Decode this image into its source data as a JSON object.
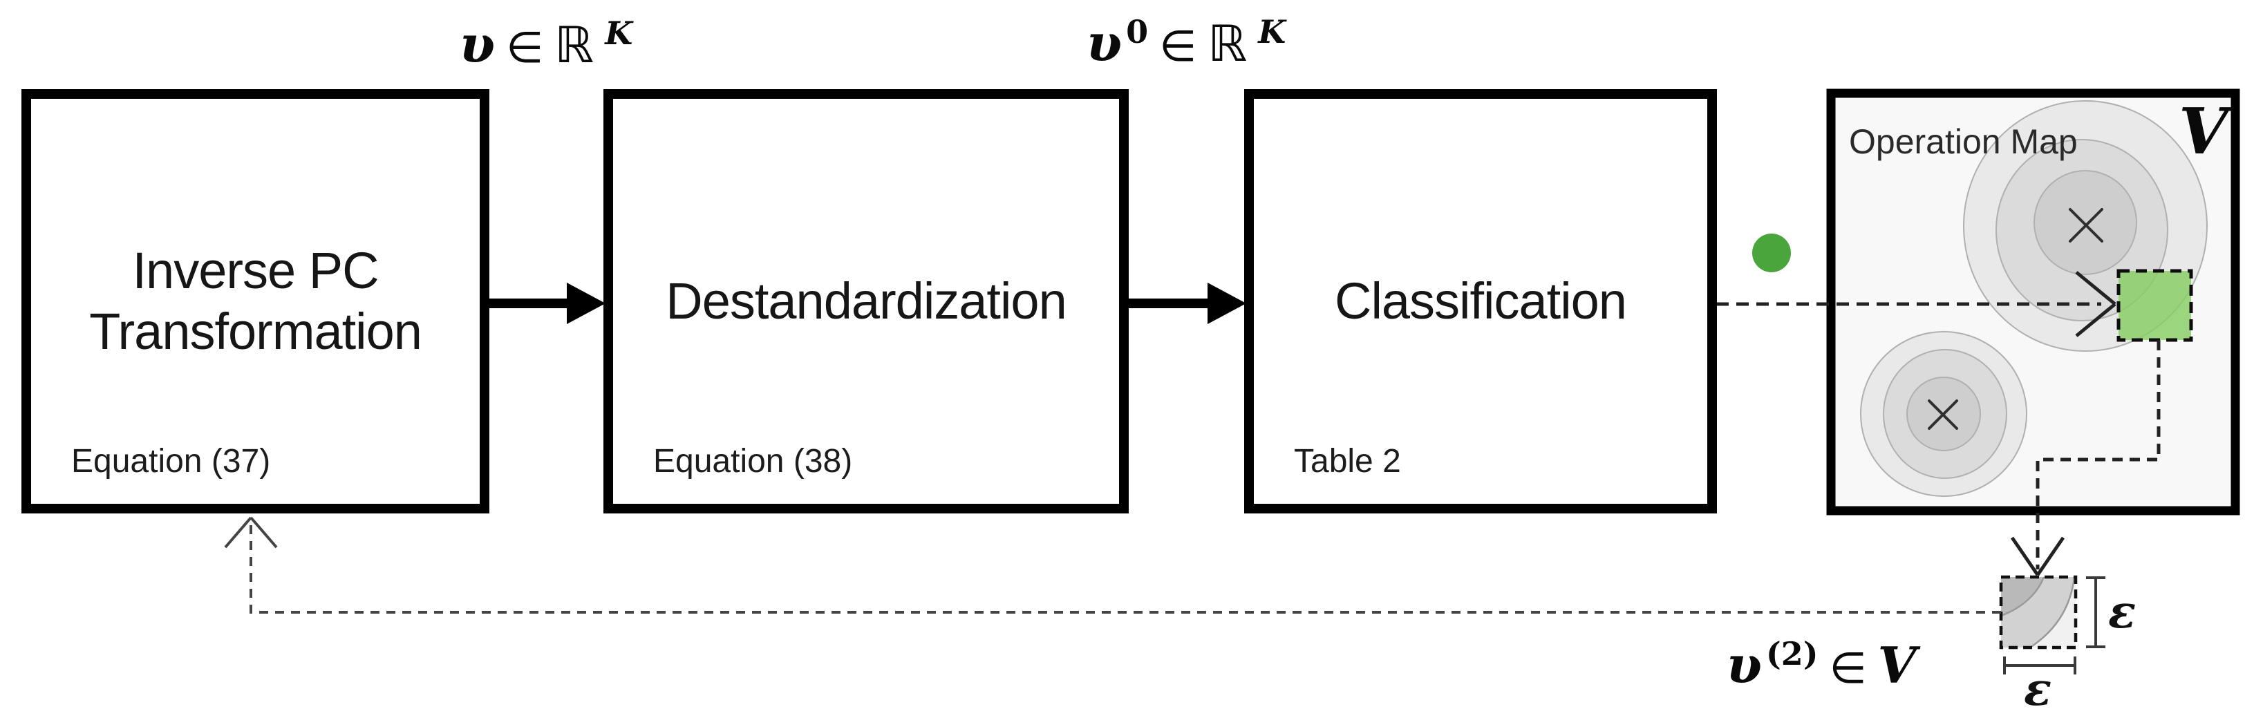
{
  "boxes": [
    {
      "id": "inverse-pc-transformation",
      "title_line1": "Inverse PC",
      "title_line2": "Transformation",
      "caption": "Equation (37)"
    },
    {
      "id": "destandardization",
      "title": "Destandardization",
      "caption": "Equation (38)"
    },
    {
      "id": "classification",
      "title": "Classification",
      "caption": "Table 2"
    }
  ],
  "flow_labels": {
    "v_label": {
      "base": "υ",
      "element_of": "∈",
      "set": "ℝ",
      "set_sup": "K"
    },
    "v0_label": {
      "base": "υ",
      "sup": "0",
      "element_of": "∈",
      "set": "ℝ",
      "set_sup": "K"
    },
    "v2_label": {
      "base": "υ",
      "sup": "(2)",
      "element_of": "∈",
      "set": "V"
    }
  },
  "operation_map": {
    "title": "Operation Map",
    "set_symbol": "V",
    "cluster_count": 2,
    "cluster_marker": "×"
  },
  "epsilon_cell": {
    "right_label": "ε",
    "bottom_label": "ε"
  },
  "colors": {
    "box_border": "#000000",
    "box_fill": "#ffffff",
    "map_fill": "#f8f8f8",
    "blob_outer": "#e9e9e9",
    "blob_mid": "#dbdbdb",
    "blob_inner": "#cecece",
    "blob_stroke": "#b0b0b0",
    "green_dot": "#4aa63c",
    "green_cell": "#86cd63",
    "dash_stroke": "#222222"
  }
}
